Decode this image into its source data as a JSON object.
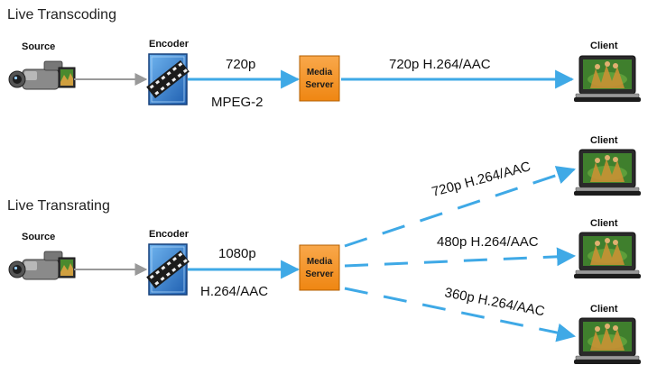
{
  "colors": {
    "arrow_blue": "#3fa9e6",
    "arrow_gray": "#999999",
    "server_orange": "#f5921e",
    "encoder_blue": "#1f6fc5"
  },
  "icons": {
    "source": "video-camera-icon",
    "encoder": "film-strip-icon",
    "client": "laptop-icon"
  },
  "transcoding": {
    "title": "Live Transcoding",
    "source_label": "Source",
    "encoder_label": "Encoder",
    "input_resolution": "720p",
    "input_codec": "MPEG-2",
    "server_line1": "Media",
    "server_line2": "Server",
    "output_label": "720p H.264/AAC",
    "client_label": "Client"
  },
  "transrating": {
    "title": "Live Transrating",
    "source_label": "Source",
    "encoder_label": "Encoder",
    "input_resolution": "1080p",
    "input_codec": "H.264/AAC",
    "server_line1": "Media",
    "server_line2": "Server",
    "outputs": [
      {
        "label": "720p H.264/AAC",
        "client_label": "Client"
      },
      {
        "label": "480p H.264/AAC",
        "client_label": "Client"
      },
      {
        "label": "360p H.264/AAC",
        "client_label": "Client"
      }
    ]
  }
}
